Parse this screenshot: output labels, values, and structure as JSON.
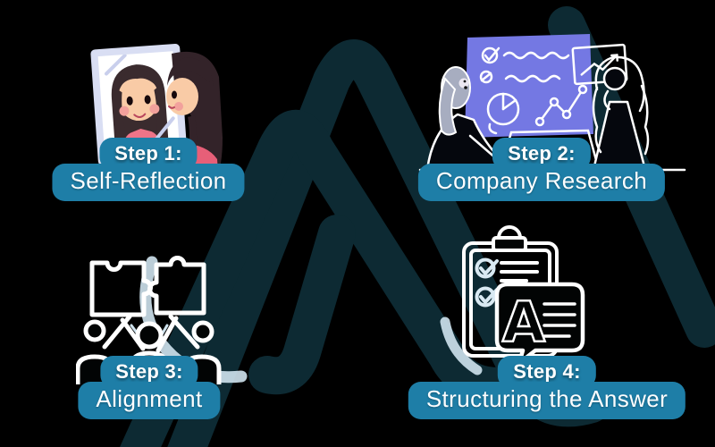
{
  "infographic": {
    "background_color": "#000000",
    "pill_color": "#1e7ea7",
    "watermark_color": "#0d2a33",
    "watermark_accent_color": "#cfe3ee",
    "steps": [
      {
        "title": "Step 1:",
        "subtitle": "Self-Reflection",
        "icon": "girl-looking-in-mirror"
      },
      {
        "title": "Step 2:",
        "subtitle": "Company Research",
        "icon": "team-analyzing-charts-board"
      },
      {
        "title": "Step 3:",
        "subtitle": "Alignment",
        "icon": "people-holding-puzzle-pieces"
      },
      {
        "title": "Step 4:",
        "subtitle": "Structuring the Answer",
        "icon": "clipboard-checklist-speech-bubble"
      }
    ],
    "step4_bubble_letter": "A"
  }
}
